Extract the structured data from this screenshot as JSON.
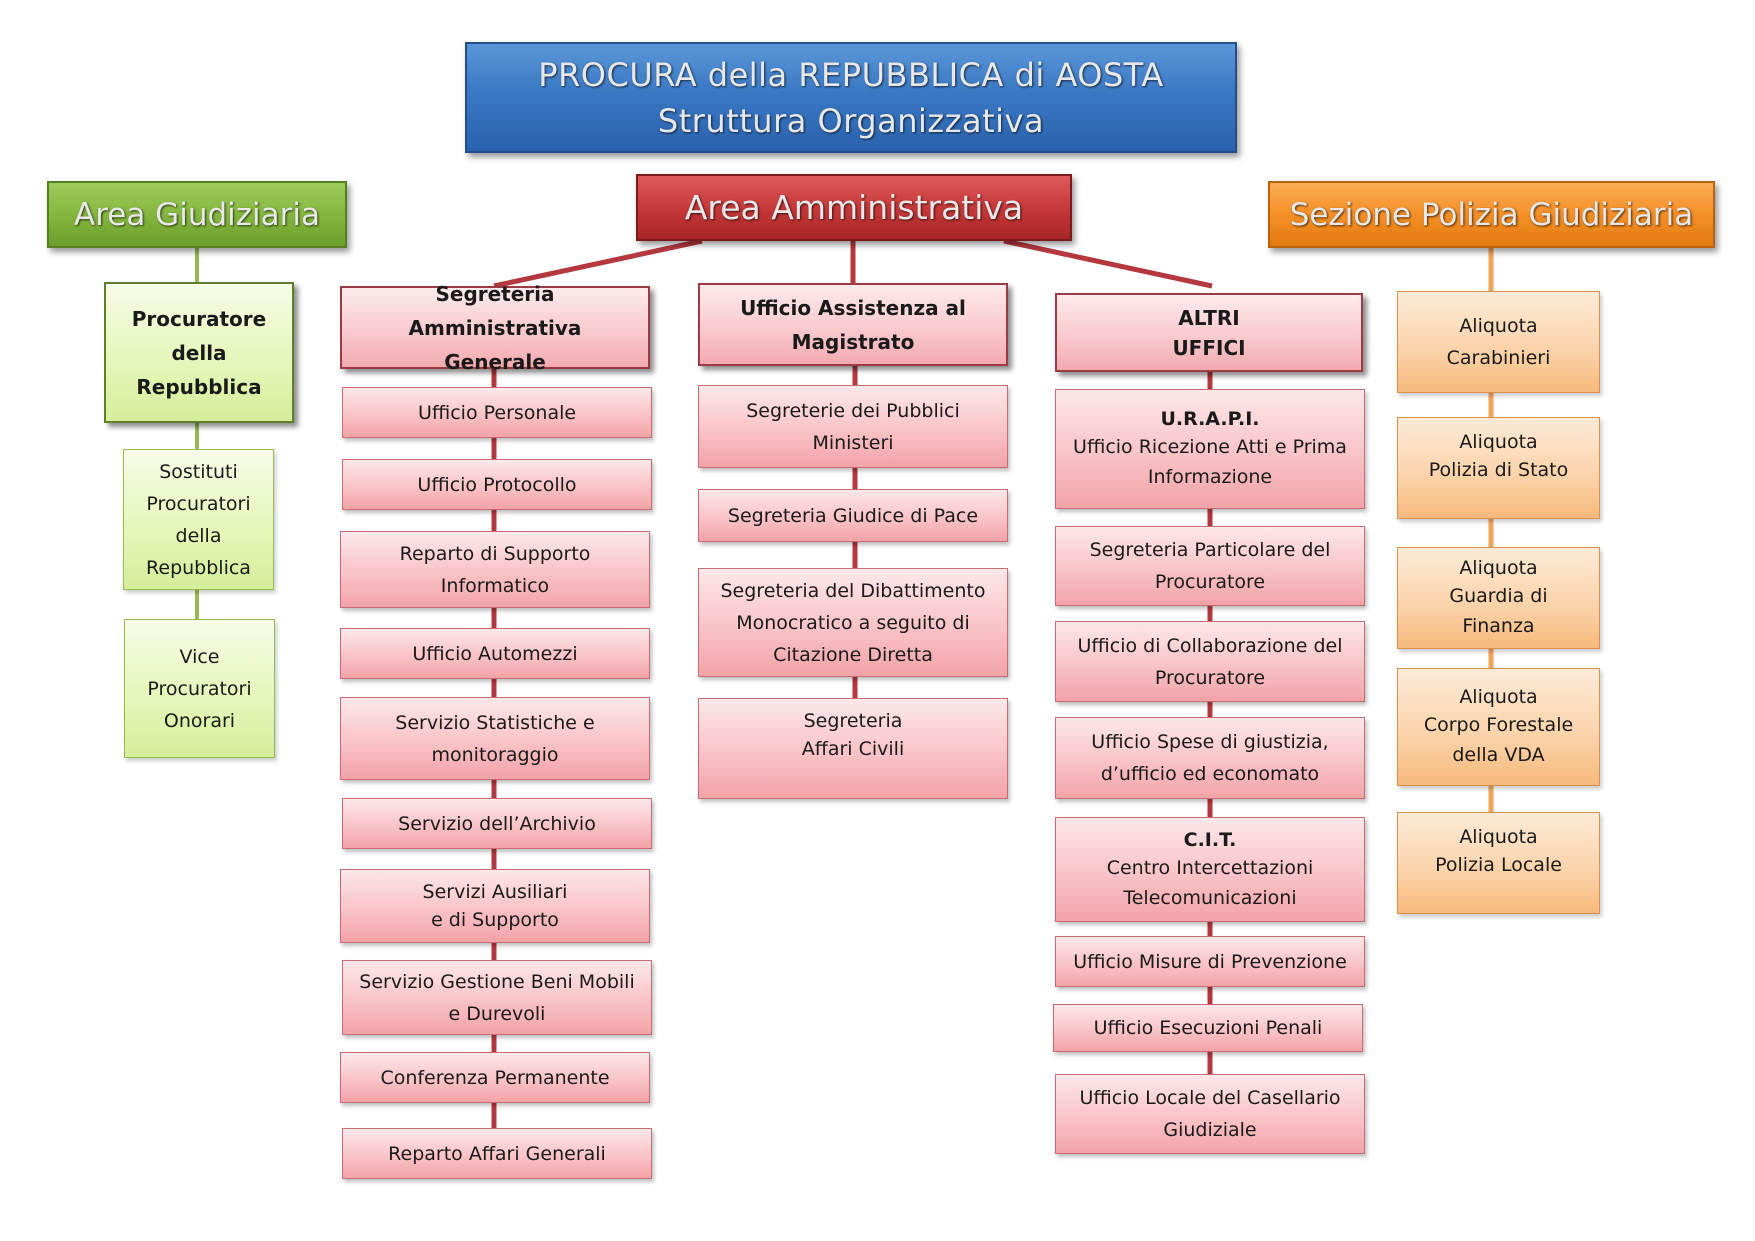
{
  "title": {
    "line1": "PROCURA della REPUBBLICA di AOSTA",
    "line2": "Struttura Organizzativa"
  },
  "areas": {
    "giudiziaria": "Area Giudiziaria",
    "amministrativa": "Area Amministrativa",
    "polizia": "Sezione Polizia Giudiziaria"
  },
  "giudiziaria": {
    "head": [
      "Procuratore",
      "della",
      "Repubblica"
    ],
    "items": [
      [
        "Sostituti",
        "Procuratori",
        "della",
        "Repubblica"
      ],
      [
        "Vice",
        "Procuratori",
        "Onorari"
      ]
    ]
  },
  "segreteria_amm": {
    "head": [
      "Segreteria Amministrativa",
      "Generale"
    ],
    "items": [
      [
        "Ufficio Personale"
      ],
      [
        "Ufficio Protocollo"
      ],
      [
        "Reparto di Supporto",
        "Informatico"
      ],
      [
        "Ufficio Automezzi"
      ],
      [
        "Servizio Statistiche e",
        "monitoraggio"
      ],
      [
        "Servizio dell’Archivio"
      ],
      [
        "Servizi Ausiliari",
        "e di Supporto"
      ],
      [
        "Servizio Gestione Beni Mobili",
        "e Durevoli"
      ],
      [
        "Conferenza Permanente"
      ],
      [
        "Reparto Affari Generali"
      ]
    ]
  },
  "ufficio_assistenza": {
    "head": [
      "Ufficio Assistenza al",
      "Magistrato"
    ],
    "items": [
      [
        "Segreterie dei Pubblici",
        "Ministeri"
      ],
      [
        "Segreteria Giudice di Pace"
      ],
      [
        "Segreteria del Dibattimento",
        "Monocratico a seguito di",
        "Citazione Diretta"
      ],
      [
        "Segreteria",
        "Affari Civili"
      ]
    ]
  },
  "altri_uffici": {
    "head": [
      "ALTRI",
      "UFFICI"
    ],
    "urapi": {
      "acronym": "U.R.A.P.I.",
      "lines": [
        "Ufficio Ricezione Atti e Prima",
        "Informazione"
      ]
    },
    "items_a": [
      [
        "Segreteria Particolare del",
        "Procuratore"
      ],
      [
        "Ufficio di Collaborazione del",
        "Procuratore"
      ],
      [
        "Ufficio Spese di giustizia,",
        "d’ufficio ed economato"
      ]
    ],
    "cit": {
      "acronym": "C.I.T.",
      "lines": [
        "Centro Intercettazioni",
        "Telecomunicazioni"
      ]
    },
    "items_b": [
      [
        "Ufficio Misure di Prevenzione"
      ],
      [
        "Ufficio Esecuzioni Penali"
      ],
      [
        "Ufficio Locale del Casellario",
        "Giudiziale"
      ]
    ]
  },
  "polizia": {
    "items": [
      [
        "Aliquota",
        "Carabinieri"
      ],
      [
        "Aliquota",
        "Polizia di Stato"
      ],
      [
        "Aliquota",
        "Guardia di",
        "Finanza"
      ],
      [
        "Aliquota",
        "Corpo Forestale",
        "della VDA"
      ],
      [
        "Aliquota",
        "Polizia Locale"
      ]
    ]
  },
  "colors": {
    "title_blue": "#3a78c4",
    "amministrativa_red": "#c7393a",
    "giudiziaria_green": "#85b73f",
    "polizia_orange": "#f48f27",
    "connector_red": "#b5383f",
    "connector_green": "#96b954",
    "connector_orange": "#f0a55c"
  }
}
